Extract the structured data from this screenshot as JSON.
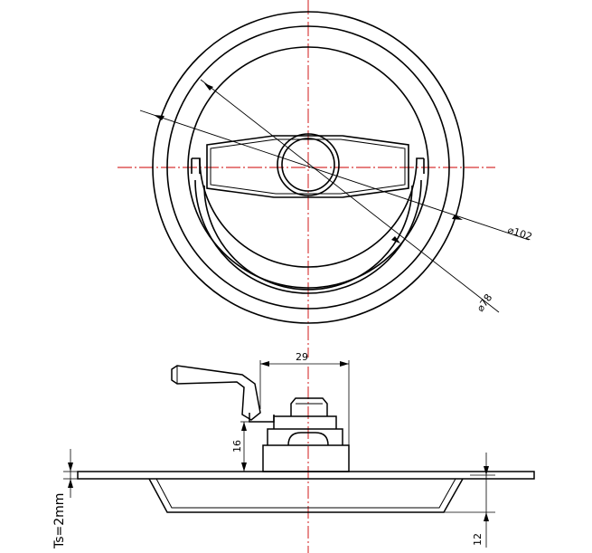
{
  "drawing": {
    "dimensions": {
      "outer_diameter": "⌀102",
      "inner_diameter": "⌀78",
      "handle_width": "29",
      "body_height": "16",
      "plate_thickness": "Ts=2mm",
      "cup_depth": "12"
    },
    "colors": {
      "line": "#000000",
      "centerline": "#cc0000",
      "background": "#ffffff"
    }
  }
}
